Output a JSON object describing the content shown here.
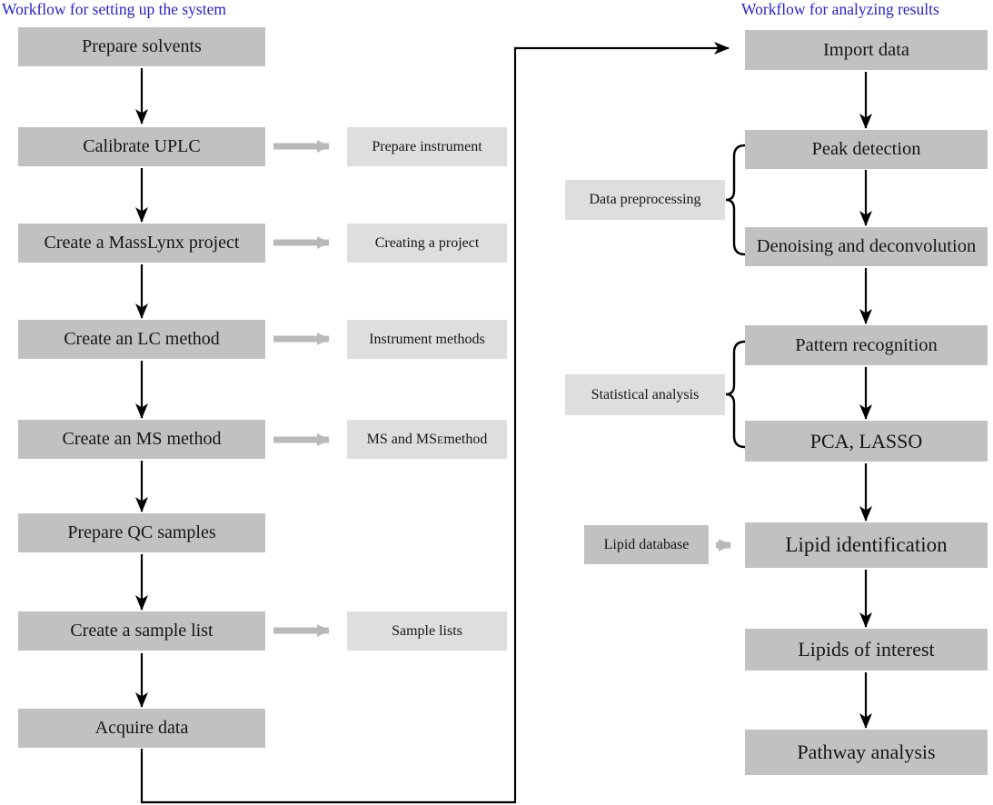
{
  "colors": {
    "title_blue": "#2323cb",
    "step_box_gray": "#c1c1c1",
    "side_label_gray": "#dedede",
    "gray_arrow": "#b9b9b9",
    "black_line": "#000000"
  },
  "left_workflow": {
    "title": "Workflow for setting up the system",
    "steps": [
      {
        "label": "Prepare solvents"
      },
      {
        "label": "Calibrate UPLC",
        "side_label": "Prepare instrument"
      },
      {
        "label": "Create a MassLynx project",
        "side_label": "Creating a project"
      },
      {
        "label": "Create an LC method",
        "side_label": "Instrument methods"
      },
      {
        "label": "Create an MS method",
        "side_label_pre": "MS and MS",
        "side_label_sup": "E",
        "side_label_post": " method"
      },
      {
        "label": "Prepare QC samples"
      },
      {
        "label": "Create a sample list",
        "side_label": "Sample lists"
      },
      {
        "label": "Acquire data"
      }
    ]
  },
  "right_workflow": {
    "title": "Workflow for analyzing results",
    "steps": [
      {
        "label": "Import data"
      },
      {
        "label": "Peak detection"
      },
      {
        "label": "Denoising and deconvolution"
      },
      {
        "label": "Pattern recognition"
      },
      {
        "label": "PCA, LASSO"
      },
      {
        "label": "Lipid identification"
      },
      {
        "label": "Lipids of interest"
      },
      {
        "label": "Pathway analysis"
      }
    ],
    "group_labels": [
      {
        "label": "Data preprocessing"
      },
      {
        "label": "Statistical analysis"
      }
    ],
    "database_label": "Lipid database"
  }
}
